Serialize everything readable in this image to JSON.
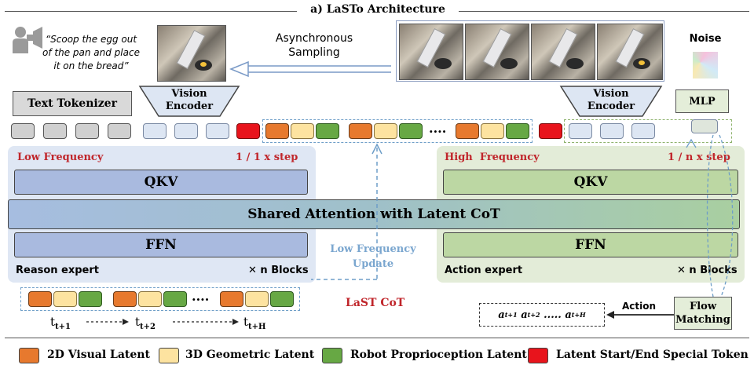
{
  "title": "a) LaSTo Architecture",
  "instruction": {
    "line1": "“Scoop the egg out",
    "line2": "of the pan and place",
    "line3": "it on the bread”"
  },
  "async_label": {
    "line1": "Asynchronous",
    "line2": "Sampling"
  },
  "noise_label": "Noise",
  "text_tokenizer": "Text Tokenizer",
  "vision_encoder_left": {
    "line1": "Vision",
    "line2": "Encoder"
  },
  "vision_encoder_right": {
    "line1": "Vision",
    "line2": "Encoder"
  },
  "mlp": "MLP",
  "ellipsis": "....",
  "low_freq": {
    "label": "Low Frequency",
    "step": "1 / 1 x step"
  },
  "high_freq": {
    "label": "High  Frequency",
    "step": "1 / n x step"
  },
  "qkv_left": "QKV",
  "qkv_right": "QKV",
  "shared_attention": "Shared Attention with Latent CoT",
  "ffn_left": "FFN",
  "ffn_right": "FFN",
  "reason_expert": "Reason expert",
  "action_expert": "Action expert",
  "n_blocks_left": "✕ n Blocks",
  "n_blocks_right": "✕ n Blocks",
  "low_freq_update": {
    "line1": "Low Frequency",
    "line2": "Update"
  },
  "last_cot": "LaST CoT",
  "time": {
    "t1": "t",
    "s1": "t+1",
    "t2": "t",
    "s2": "t+2",
    "t3": "t",
    "s3": "t+H"
  },
  "actions": {
    "a": "a",
    "s1": "t+1",
    "s2": "t+2",
    "dots": ".....",
    "s3": "t+H"
  },
  "action_label": "Action",
  "flow_matching": {
    "line1": "Flow",
    "line2": "Matching"
  },
  "legend": [
    {
      "label": "2D Visual Latent",
      "color": "#e7792e"
    },
    {
      "label": "3D Geometric Latent",
      "color": "#fde3a0"
    },
    {
      "label": "Robot Proprioception Latent",
      "color": "#67a844"
    },
    {
      "label": "Latent Start/End Special Token",
      "color": "#e8141c"
    }
  ],
  "colors": {
    "low_bg": "#dfe7f4",
    "high_bg": "#e3ecd8",
    "qkv_blue": "#a9badf",
    "qkv_green": "#bcd7a3",
    "shared": "#9fc0c9",
    "accent_red": "#c0262b",
    "dashed_blue": "#6e9ec8"
  }
}
